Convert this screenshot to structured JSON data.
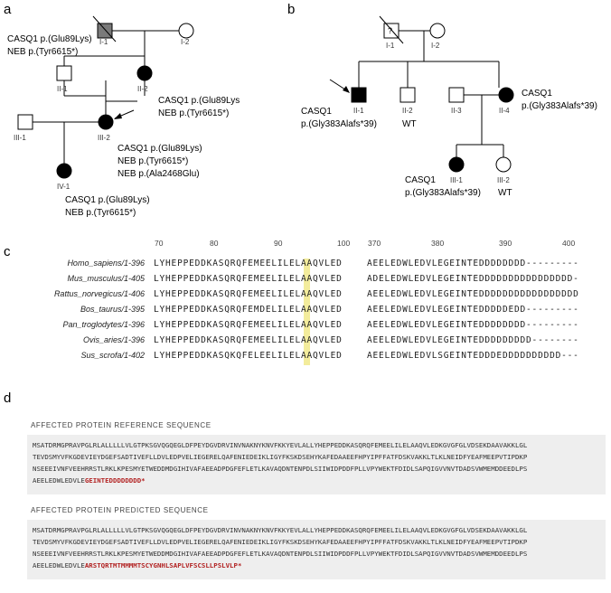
{
  "panels": {
    "a": "a",
    "b": "b",
    "c": "c",
    "d": "d"
  },
  "pedigree_a": {
    "ids": {
      "I1": "I-1",
      "I2": "I-2",
      "II1": "II-1",
      "II2": "II-2",
      "III1": "III-1",
      "III2": "III-2",
      "IV1": "IV-1"
    },
    "I1_l1": "CASQ1 p.(Glu89Lys)",
    "I1_l2": "NEB p.(Tyr6615*)",
    "II2_l1": "CASQ1 p.(Glu89Lys",
    "II2_l2": "NEB p.(Tyr6615*)",
    "III2_l1": "CASQ1 p.(Glu89Lys)",
    "III2_l2": "NEB p.(Tyr6615*)",
    "III2_l3": "NEB p.(Ala2468Glu)",
    "IV1_l1": "CASQ1 p.(Glu89Lys)",
    "IV1_l2": "NEB p.(Tyr6615*)"
  },
  "pedigree_b": {
    "ids": {
      "I1": "I-1",
      "I2": "I-2",
      "II1": "II-1",
      "II2": "II-2",
      "II3": "II-3",
      "II4": "II-4",
      "III1": "III-1",
      "III2": "III-2"
    },
    "unknown_mark": "?",
    "II1_l1": "CASQ1",
    "II1_l2": "p.(Gly383Alafs*39)",
    "II2_wt": "WT",
    "II4_l1": "CASQ1",
    "II4_l2": "p.(Gly383Alafs*39)",
    "III1_l1": "CASQ1",
    "III1_l2": "p.(Gly383Alafs*39)",
    "III2_wt": "WT"
  },
  "alignment": {
    "ticks_left": [
      "70",
      "80",
      "90",
      "100"
    ],
    "ticks_right": [
      "370",
      "380",
      "390",
      "400"
    ],
    "rows": [
      {
        "species": "Homo_sapiens/1-396",
        "left": "LYHEPPEDDKASQRQFEMEELILELAAQVLED",
        "right": "AEELEDWLEDVLEGEINTEDDDDDDDD---------"
      },
      {
        "species": "Mus_musculus/1-405",
        "left": "LYHEPPEDDKASQRQFEMEELILELAAQVLED",
        "right": "ADELEDWLEDVLEGEINTEDDDDDDDDDDDDDDDD-"
      },
      {
        "species": "Rattus_norvegicus/1-406",
        "left": "LYHEPPEDDKASQRQFEMEELILELAAQVLED",
        "right": "AEELEDWLEDVLEGEINTEDDDDDDDDDDDDDDDDD"
      },
      {
        "species": "Bos_taurus/1-395",
        "left": "LYHEPPEDDKASQRQFEMDELILELAAQVLED",
        "right": "AEELEDWLEDVLEGEINTEDDDDDEDD---------"
      },
      {
        "species": "Pan_troglodytes/1-396",
        "left": "LYHEPPEDDKASQRQFEMEELILELAAQVLED",
        "right": "AEELEDWLEDVLEGEINTEDDDDDDDD---------"
      },
      {
        "species": "Ovis_aries/1-396",
        "left": "LYHEPPEDDKASQRQFEMEELILELAAQVLED",
        "right": "AEELEDWLEDVLEGEINTEDDDDDDDDD--------"
      },
      {
        "species": "Sus_scrofa/1-402",
        "left": "LYHEPPEDDKASQKQFELEELILELAAQVLED",
        "right": "AEELEDWLEDVLSGEINTEDDDEDDDDDDDDDD---"
      }
    ]
  },
  "sequences": {
    "ref_heading": "AFFECTED PROTEIN REFERENCE SEQUENCE",
    "ref_lines": [
      "MSATDRMGPRAVPGLRLALLLLLVLGTPKSGVQGQEGLDFPEYDGVDRVINVNAKNYKNVFKKYEVLALLYHEPPEDDKASQRQFEMEELILELAAQVLEDKGVGFGLVDSEKDAAVAKKLGL",
      "TEVDSMYVFKGDEVIEYDGEFSADTIVEFLLDVLEDPVELIEGERELQAFENIEDEIKLIGYFKSKDSEHYKAFEDAAEEFHPYIPFFATFDSKVAKKLTLKLNEIDFYEAFMEEPVTIPDKP",
      "NSEEEIVNFVEEHRRSTLRKLKPESMYETWEDDMDGIHIVAFAEEADPDGFEFLETLKAVAQDNTENPDLSIIWIDPDDFPLLVPYWEKTFDIDLSAPQIGVVNVTDADSVWMEMDDEEDLPS"
    ],
    "ref_tail_plain": "AEELEDWLEDVLE",
    "ref_tail_red": "GEINTEDDDDDDDD",
    "star": "*",
    "pred_heading": "AFFECTED PROTEIN PREDICTED SEQUENCE",
    "pred_lines": [
      "MSATDRMGPRAVPGLRLALLLLLVLGTPKSGVQGQEGLDFPEYDGVDRVINVNAKNYKNVFKKYEVLALLYHEPPEDDKASQRQFEMEELILELAAQVLEDKGVGFGLVDSEKDAAVAKKLGL",
      "TEVDSMYVFKGDEVIEYDGEFSADTIVEFLLDVLEDPVELIEGERELQAFENIEDEIKLIGYFKSKDSEHYKAFEDAAEEFHPYIPFFATFDSKVAKKLTLKLNEIDFYEAFMEEPVTIPDKP",
      "NSEEEIVNFVEEHRRSTLRKLKPESMYETWEDDMDGIHIVAFAEEADPDGFEFLETLKAVAQDNTENPDLSIIWIDPDDFPLLVPYWEKTFDIDLSAPQIGVVNVTDADSVWMEMDDEEDLPS"
    ],
    "pred_tail_plain": "AEELEDWLEDVLE",
    "pred_tail_red": "ARSTQRTMTMMMMTSCYGNHLSAPLVFSCSLLPSLVLP"
  },
  "colors": {
    "affected": "#000000",
    "carrier_grey": "#7a7a7a",
    "highlight": "#f3ec9c",
    "mutation_red": "#b22222",
    "seq_box": "#eeeeee"
  }
}
